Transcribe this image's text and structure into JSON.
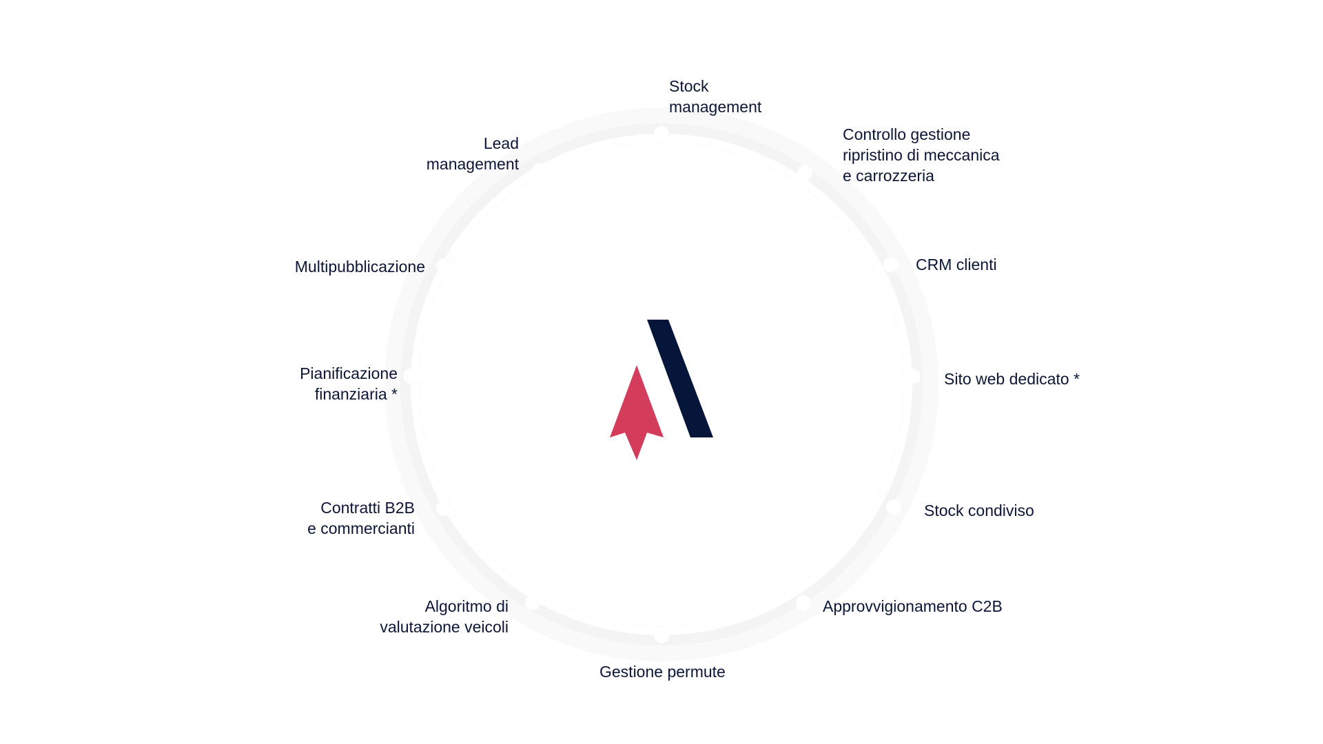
{
  "diagram": {
    "type": "radial feature ring",
    "center_logo": {
      "name": "brand-logo",
      "colors": {
        "bar": "#06163a",
        "arrow": "#d33c5a"
      }
    },
    "ring_colors": {
      "band": "#f6f6f7",
      "line": "#ffffff",
      "dot": "#ffffff"
    },
    "text_color": "#0b1535",
    "features": [
      {
        "id": "stock-management",
        "label": "Stock\nmanagement"
      },
      {
        "id": "controllo-gestione",
        "label": "Controllo gestione\nripristino di meccanica\ne carrozzeria"
      },
      {
        "id": "crm-clienti",
        "label": "CRM clienti"
      },
      {
        "id": "sito-web",
        "label": "Sito web dedicato *"
      },
      {
        "id": "stock-condiviso",
        "label": "Stock condiviso"
      },
      {
        "id": "approvvigionamento",
        "label": "Approvvigionamento C2B"
      },
      {
        "id": "gestione-permute",
        "label": "Gestione permute"
      },
      {
        "id": "algoritmo",
        "label": "Algoritmo di\nvalutazione veicoli"
      },
      {
        "id": "contratti",
        "label": "Contratti B2B\ne commercianti"
      },
      {
        "id": "pianificazione",
        "label": "Pianificazione\nfinanziaria *"
      },
      {
        "id": "multipubblicazione",
        "label": "Multipubblicazione"
      },
      {
        "id": "lead-management",
        "label": "Lead\nmanagement"
      }
    ]
  }
}
